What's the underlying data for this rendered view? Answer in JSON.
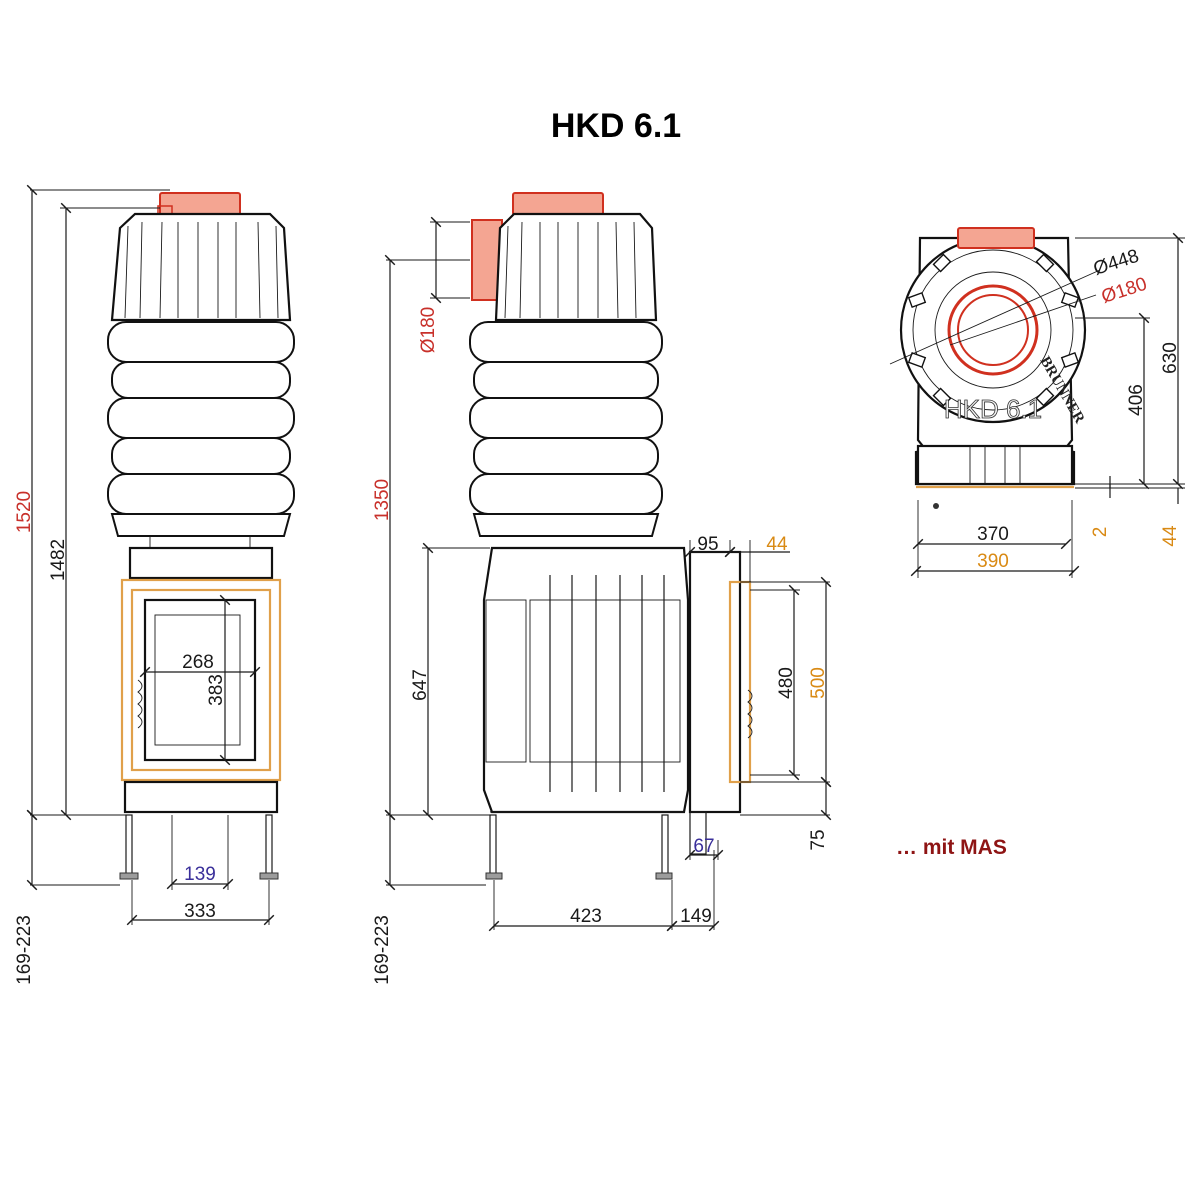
{
  "title": "HKD 6.1",
  "note": "… mit MAS",
  "brand_text": "BRUNNER",
  "model_text": "HKD 6.1",
  "colors": {
    "dimension_black": "#1a1a1a",
    "dimension_red": "#c8302a",
    "dimension_orange": "#d98a14",
    "dimension_blue": "#3a2f9a",
    "flue_red": "#d0301f",
    "frame_orange": "#e0a04a",
    "note_red": "#8e1414"
  },
  "dimensions": {
    "front": {
      "total_height": "1520",
      "body_height": "1482",
      "door_width": "268",
      "door_height": "383",
      "leg_spacing": "139",
      "base_width": "333",
      "leg_range": "169-223"
    },
    "side": {
      "total_height": "1350",
      "flue_diameter": "Ø180",
      "firebox_height": "647",
      "depth": "423",
      "mas_depth": "149",
      "mas_gap": "95",
      "frame_depth": "44",
      "opening_height": "480",
      "frame_height": "500",
      "offset": "67",
      "floor_offset": "75",
      "leg_range": "169-223"
    },
    "top": {
      "outer_diameter": "Ø448",
      "flue_diameter": "Ø180",
      "center_depth": "406",
      "total_depth": "630",
      "inner_width": "370",
      "outer_width": "390",
      "gap": "2",
      "frame_depth": "44"
    }
  }
}
